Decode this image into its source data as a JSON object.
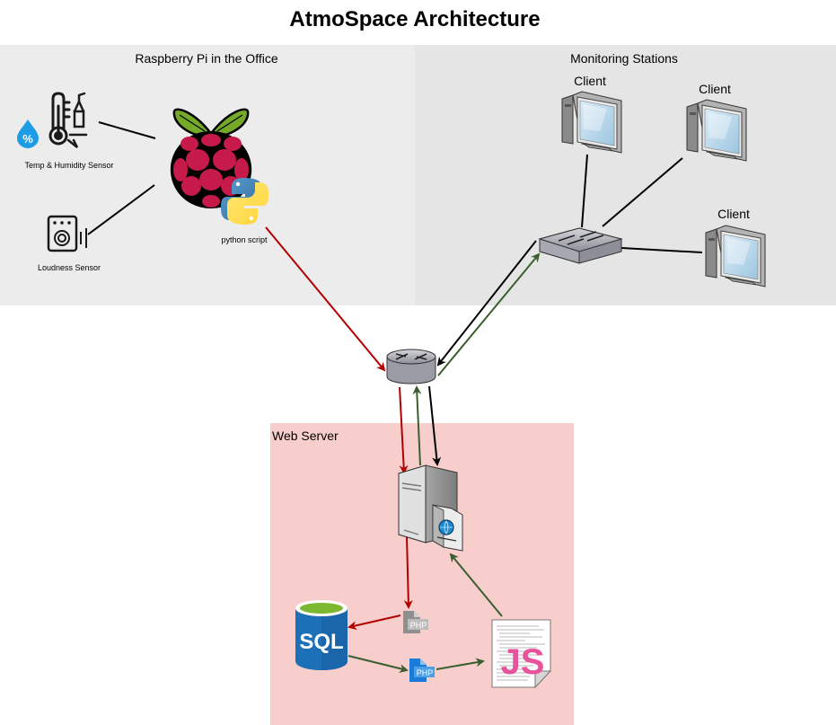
{
  "title": "AtmoSpace Architecture",
  "groups": {
    "office": {
      "label": "Raspberry Pi in the Office"
    },
    "monitoring": {
      "label": "Monitoring Stations"
    },
    "webserver": {
      "label": "Web Server"
    }
  },
  "nodes": {
    "temp_sensor": {
      "label": "Temp & Humidity Sensor",
      "icon": "thermometer-humidity-icon"
    },
    "loudness_sensor": {
      "label": "Loudness Sensor",
      "icon": "speaker-sensor-icon"
    },
    "raspberry_pi": {
      "icon": "raspberry-pi-icon"
    },
    "python_script": {
      "label": "python script",
      "icon": "python-icon"
    },
    "clients": [
      {
        "label": "Client"
      },
      {
        "label": "Client"
      },
      {
        "label": "Client"
      }
    ],
    "switch": {
      "icon": "network-switch-icon"
    },
    "router": {
      "icon": "router-icon"
    },
    "server": {
      "icon": "web-server-icon"
    },
    "sql": {
      "label": "SQL",
      "icon": "sql-database-icon"
    },
    "php_write": {
      "label": "PHP",
      "icon": "php-file-icon"
    },
    "php_read": {
      "label": "PHP",
      "icon": "php-file-icon"
    },
    "js": {
      "label": "JS",
      "icon": "javascript-file-icon"
    }
  },
  "colors": {
    "office_bg": "#ececec",
    "monitoring_bg": "#e5e5e5",
    "webserver_bg": "#f8cecc",
    "red_flow": "#b20000",
    "green_flow": "#3a5e2e",
    "black_flow": "#000000"
  }
}
